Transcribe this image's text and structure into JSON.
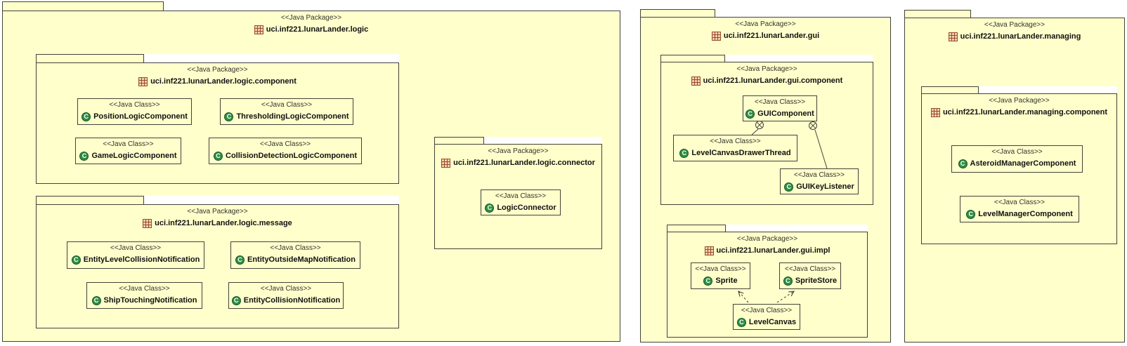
{
  "stereotypes": {
    "java_package": "<<Java Package>>",
    "java_class": "<<Java Class>>"
  },
  "icons": {
    "class_letter": "C",
    "package_icon": "brown-grid-package-icon",
    "containment_anchor": "crossed-circle",
    "dependency_arrow": "dashed-open-arrow"
  },
  "colors": {
    "shape_fill": "#FFFFCC",
    "shape_border": "#43433A",
    "class_icon_fill": "#2F8F44",
    "class_icon_border": "#155724",
    "package_icon_color": "#9B4A28",
    "text": "#111111",
    "background": "#FFFFFF"
  },
  "packages": {
    "logic": "uci.inf221.lunarLander.logic",
    "logic_component": "uci.inf221.lunarLander.logic.component",
    "logic_message": "uci.inf221.lunarLander.logic.message",
    "logic_connector": "uci.inf221.lunarLander.logic.connector",
    "gui": "uci.inf221.lunarLander.gui",
    "gui_component": "uci.inf221.lunarLander.gui.component",
    "gui_impl": "uci.inf221.lunarLander.gui.impl",
    "managing": "uci.inf221.lunarLander.managing",
    "managing_component": "uci.inf221.lunarLander.managing.component"
  },
  "classes": {
    "position_logic_component": "PositionLogicComponent",
    "thresholding_logic_component": "ThresholdingLogicComponent",
    "game_logic_component": "GameLogicComponent",
    "collision_detection_logic_component": "CollisionDetectionLogicComponent",
    "entity_level_collision_notification": "EntityLevelCollisionNotification",
    "entity_outside_map_notification": "EntityOutsideMapNotification",
    "ship_touching_notification": "ShipTouchingNotification",
    "entity_collision_notification": "EntityCollisionNotification",
    "logic_connector": "LogicConnector",
    "gui_component": "GUIComponent",
    "level_canvas_drawer_thread": "LevelCanvasDrawerThread",
    "gui_key_listener": "GUIKeyListener",
    "sprite": "Sprite",
    "sprite_store": "SpriteStore",
    "level_canvas": "LevelCanvas",
    "asteroid_manager_component": "AsteroidManagerComponent",
    "level_manager_component": "LevelManagerComponent"
  },
  "relations": [
    {
      "type": "containment",
      "from": "GUIComponent",
      "to": "LevelCanvasDrawerThread",
      "end_symbol": "crossed-circle"
    },
    {
      "type": "containment",
      "from": "GUIComponent",
      "to": "GUIKeyListener",
      "end_symbol": "crossed-circle"
    },
    {
      "type": "dependency",
      "from": "LevelCanvas",
      "to": "Sprite",
      "line": "dashed",
      "arrow": "open"
    },
    {
      "type": "dependency",
      "from": "LevelCanvas",
      "to": "SpriteStore",
      "line": "dashed",
      "arrow": "open"
    }
  ]
}
